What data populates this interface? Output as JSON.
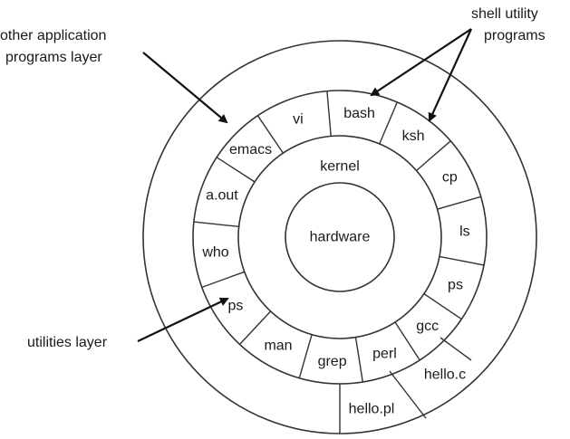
{
  "labels": {
    "hardware": "hardware",
    "kernel": "kernel",
    "other_apps_line1": "other application",
    "other_apps_line2": "programs layer",
    "shell_line1": "shell utility",
    "shell_line2": "programs",
    "utilities_layer": "utilities layer"
  },
  "utilities": [
    "vi",
    "bash",
    "ksh",
    "cp",
    "ls",
    "ps",
    "gcc",
    "perl",
    "grep",
    "man",
    "ps",
    "who",
    "a.out",
    "emacs"
  ],
  "applications": [
    "hello.c",
    "hello.pl"
  ],
  "colors": {
    "stroke": "#333333",
    "arrow": "#111111",
    "text": "#1a1a1a"
  }
}
